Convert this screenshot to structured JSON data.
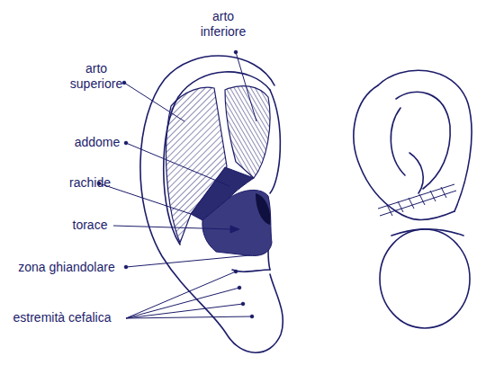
{
  "diagram": {
    "labels": [
      "arto inferiore",
      "arto superiore",
      "addome",
      "rachide",
      "torace",
      "zona ghiandolare",
      "estremità cefalica"
    ]
  }
}
